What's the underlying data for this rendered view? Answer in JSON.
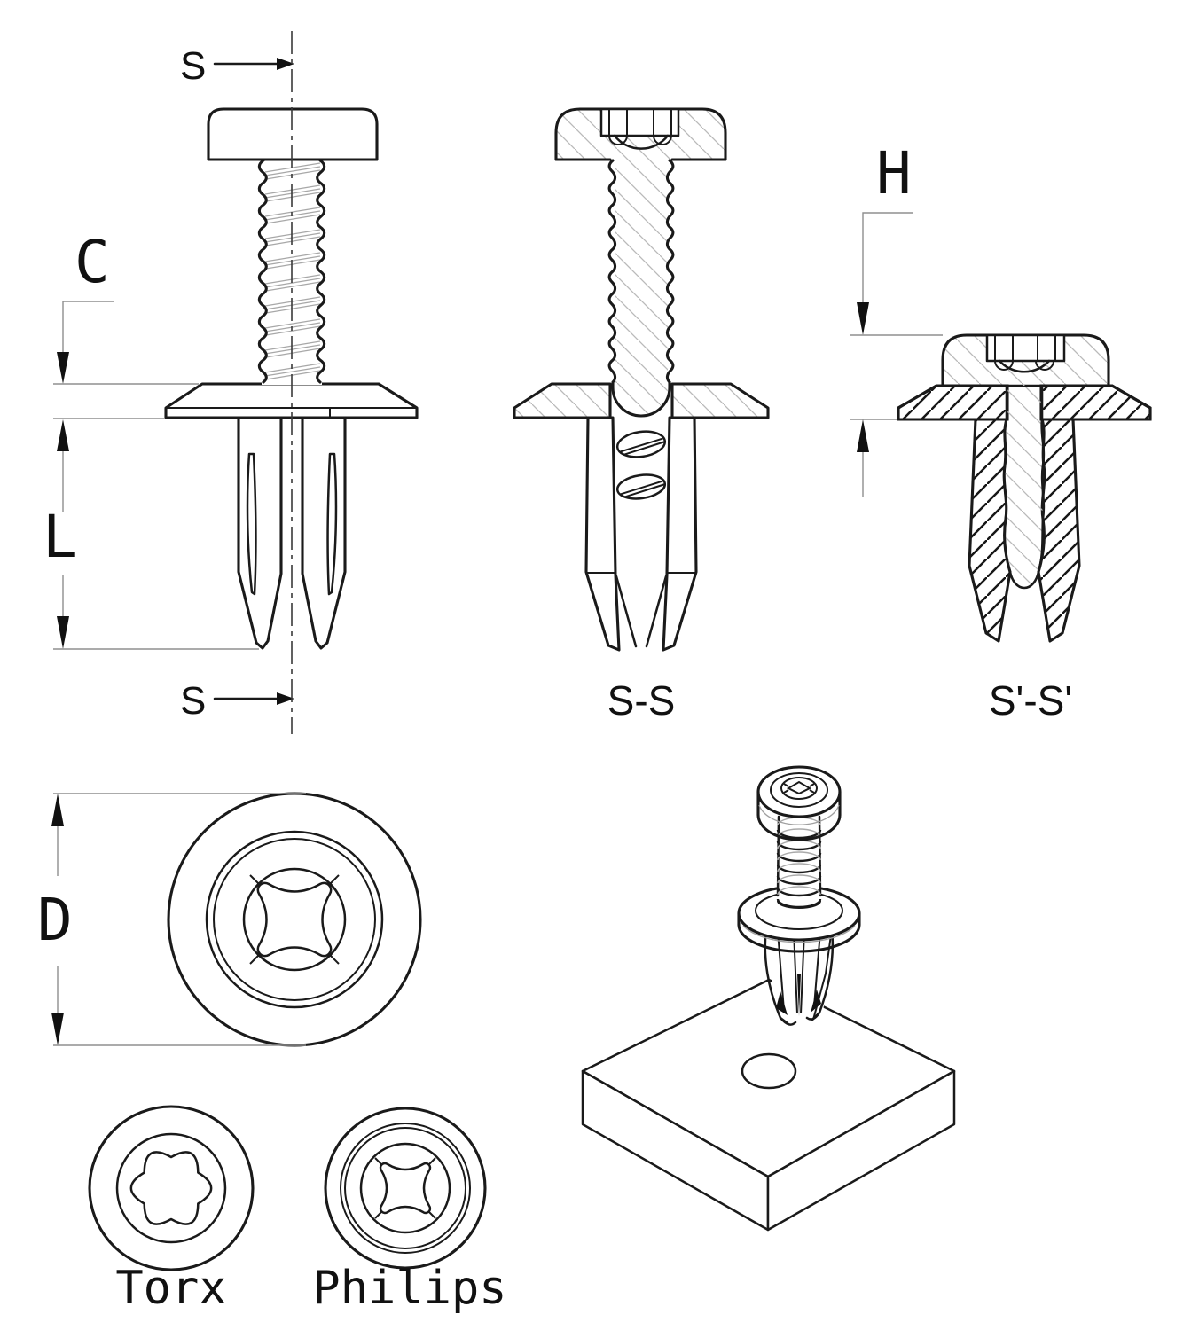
{
  "drawing": {
    "type": "technical-drawing",
    "subject": "screw-rivet fastener, multi-view",
    "colors": {
      "line": "#1a1a1a",
      "dimension_line": "#8f8f8f",
      "hatch_gray": "#b8b8b8",
      "background": "#ffffff"
    },
    "side_view": {
      "section_label_top": "S",
      "section_label_bottom": "S",
      "dim_head_to_flange": "C",
      "dim_leg_length": "L"
    },
    "section_ss_view": {
      "title": "S-S"
    },
    "section_sprime_view": {
      "title": "S'-S'",
      "dim_overall_height": "H"
    },
    "top_view": {
      "dim_flange_diameter": "D"
    },
    "drive_views": {
      "torx_label": "Torx",
      "philips_label": "Philips"
    },
    "isometric_view": {
      "description": "rivet above plate with hole"
    }
  }
}
